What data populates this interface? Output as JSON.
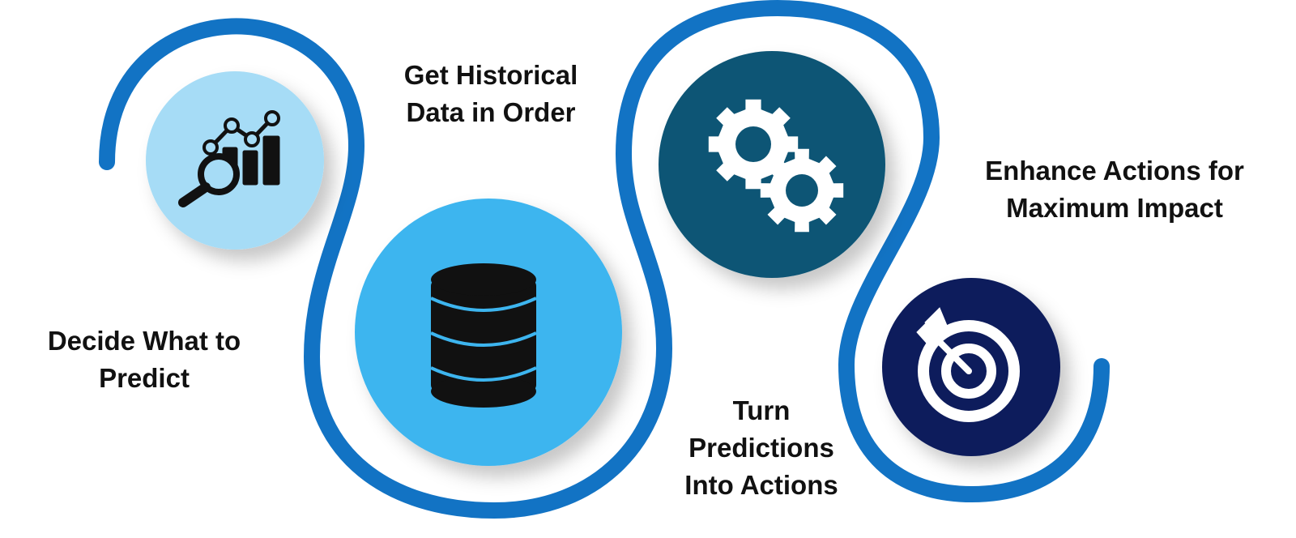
{
  "colors": {
    "path": "#1273c4",
    "circle_1": "#a6dcf6",
    "circle_2": "#3db5ef",
    "circle_3": "#0d5575",
    "circle_4": "#0b1f5c",
    "icon_dark": "#111111",
    "icon_light": "#ffffff",
    "text": "#111111"
  },
  "steps": [
    {
      "lines": [
        "Decide What to",
        "Predict"
      ],
      "icon": "chart-search-icon"
    },
    {
      "lines": [
        "Get Historical",
        "Data in Order"
      ],
      "icon": "database-icon"
    },
    {
      "lines": [
        "Turn",
        "Predictions",
        "Into Actions"
      ],
      "icon": "gears-icon"
    },
    {
      "lines": [
        "Enhance Actions for",
        "Maximum Impact"
      ],
      "icon": "target-icon"
    }
  ]
}
